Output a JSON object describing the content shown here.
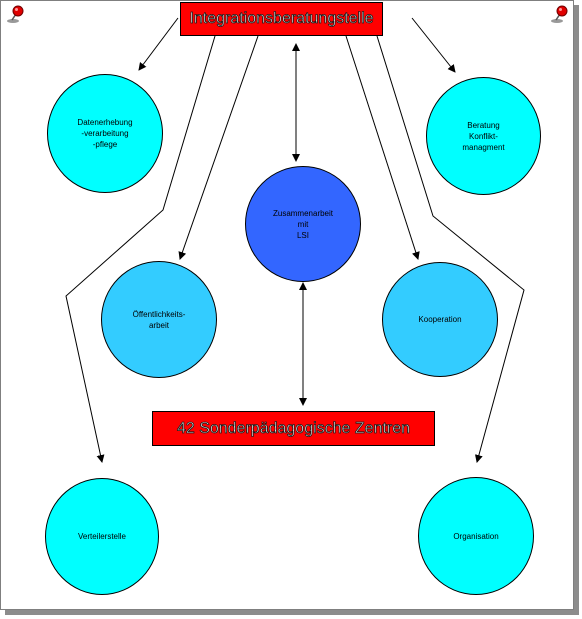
{
  "colors": {
    "box_fill": "#ff0000",
    "node_light": "#00ffff",
    "node_medium": "#33ccff",
    "node_dark": "#3366ff",
    "edge": "#000000"
  },
  "boxes": {
    "top": {
      "label": "Integrationsberatungstelle"
    },
    "middle": {
      "label": "42 Sonderpädagogische Zentren"
    }
  },
  "nodes": {
    "datenerhebung": {
      "label": "Datenerhebung\n-verarbeitung\n-pflege",
      "color": "#00ffff"
    },
    "beratung": {
      "label": "Beratung\nKonflikt-\nmanagment",
      "color": "#00ffff"
    },
    "zusammenarbeit": {
      "label": "Zusammenarbeit\nmit\nLSI",
      "color": "#3366ff"
    },
    "oeffentlichkeitsarbeit": {
      "label": "Öffentlichkeits-\narbeit",
      "color": "#33ccff"
    },
    "kooperation": {
      "label": "Kooperation",
      "color": "#33ccff"
    },
    "verteilerstelle": {
      "label": "Verteilerstelle",
      "color": "#00ffff"
    },
    "organisation": {
      "label": "Organisation",
      "color": "#00ffff"
    }
  },
  "icons": {
    "top_left": "pushpin-icon",
    "top_right": "pushpin-icon"
  }
}
